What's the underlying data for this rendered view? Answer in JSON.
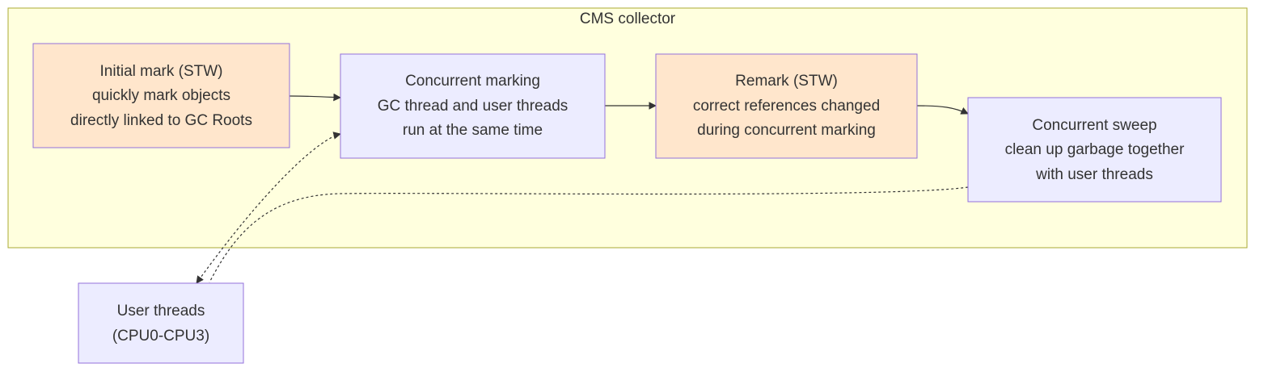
{
  "cluster": {
    "title": "CMS collector"
  },
  "colors": {
    "cluster_fill": "#ffffde",
    "cluster_stroke": "#aaaa33",
    "stw_fill": "#ffe6cc",
    "concurrent_fill": "#ececff",
    "node_stroke": "#9370db",
    "edge": "#333333",
    "text": "#333333"
  },
  "nodes": {
    "initial_mark": {
      "lines": [
        "Initial mark (STW)",
        "quickly mark objects",
        "directly linked to GC Roots"
      ]
    },
    "concurrent_marking": {
      "lines": [
        "Concurrent marking",
        "GC thread and user threads",
        "run at the same time"
      ]
    },
    "remark": {
      "lines": [
        "Remark (STW)",
        "correct references changed",
        "during concurrent marking"
      ]
    },
    "concurrent_sweep": {
      "lines": [
        "Concurrent sweep",
        "clean up garbage together",
        "with user threads"
      ]
    },
    "user_threads": {
      "lines": [
        "User threads",
        "(CPU0-CPU3)"
      ]
    }
  }
}
